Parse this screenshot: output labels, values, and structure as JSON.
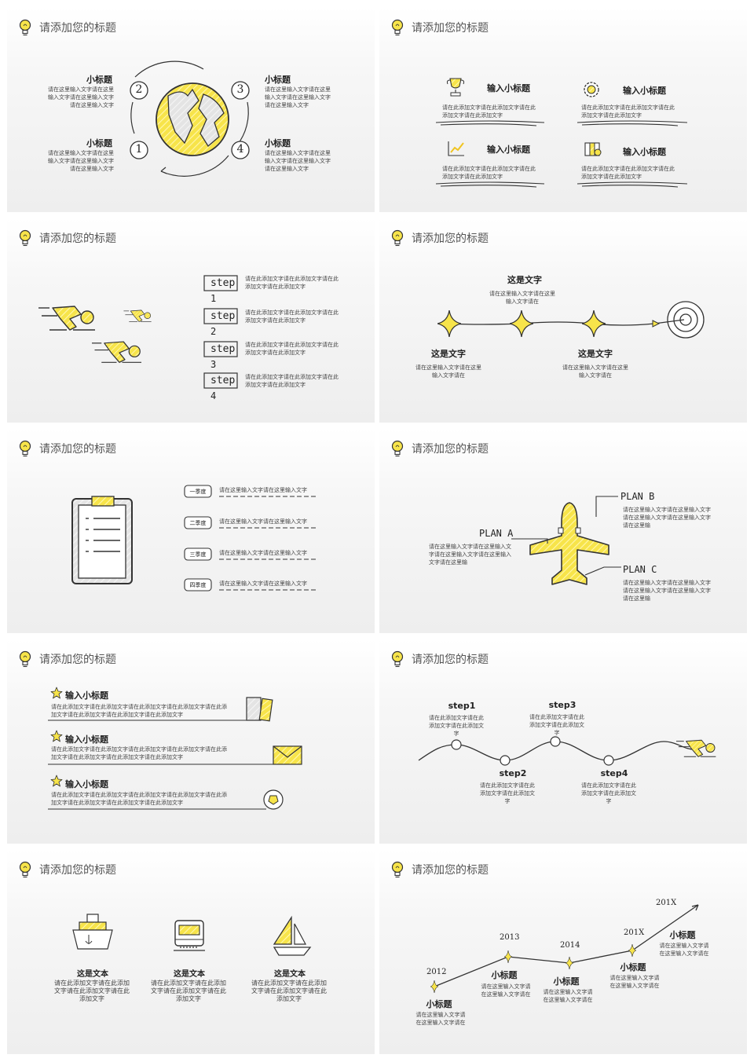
{
  "common": {
    "header_title": "请添加您的标题"
  },
  "s1": {
    "items": [
      {
        "num": "2",
        "title": "小标题",
        "text": "请在这里输入文字请在这里输入文字请在这里输入文字请在这里输入文字"
      },
      {
        "num": "3",
        "title": "小标题",
        "text": "请在这里输入文字请在这里输入文字请在这里输入文字请在这里输入文字"
      },
      {
        "num": "1",
        "title": "小标题",
        "text": "请在这里输入文字请在这里输入文字请在这里输入文字请在这里输入文字"
      },
      {
        "num": "4",
        "title": "小标题",
        "text": "请在这里输入文字请在这里输入文字请在这里输入文字请在这里输入文字"
      }
    ]
  },
  "s2": {
    "items": [
      {
        "icon": "trophy-icon",
        "title": "输入小标题",
        "text": "请在此添加文字请在此添加文字请在此添加文字请在此添加文字"
      },
      {
        "icon": "gear-icon",
        "title": "输入小标题",
        "text": "请在此添加文字请在此添加文字请在此添加文字请在此添加文字"
      },
      {
        "icon": "chart-icon",
        "title": "输入小标题",
        "text": "请在此添加文字请在此添加文字请在此添加文字请在此添加文字"
      },
      {
        "icon": "map-icon",
        "title": "输入小标题",
        "text": "请在此添加文字请在此添加文字请在此添加文字请在此添加文字"
      }
    ]
  },
  "s3": {
    "steps": [
      {
        "label": "step",
        "num": "1",
        "text": "请在此添加文字请在此添加文字请在此添加文字请在此添加文字"
      },
      {
        "label": "step",
        "num": "2",
        "text": "请在此添加文字请在此添加文字请在此添加文字请在此添加文字"
      },
      {
        "label": "step",
        "num": "3",
        "text": "请在此添加文字请在此添加文字请在此添加文字请在此添加文字"
      },
      {
        "label": "step",
        "num": "4",
        "text": "请在此添加文字请在此添加文字请在此添加文字请在此添加文字"
      }
    ]
  },
  "s4": {
    "items": [
      {
        "title": "这是文字",
        "text": "请在这里输入文字请在这里输入文字请在"
      },
      {
        "title": "这是文字",
        "text": "请在这里输入文字请在这里输入文字请在"
      },
      {
        "title": "这是文字",
        "text": "请在这里输入文字请在这里输入文字请在"
      }
    ]
  },
  "s5": {
    "items": [
      {
        "tag": "一季度",
        "text": "请在这里输入文字请在这里输入文字"
      },
      {
        "tag": "二季度",
        "text": "请在这里输入文字请在这里输入文字"
      },
      {
        "tag": "三季度",
        "text": "请在这里输入文字请在这里输入文字"
      },
      {
        "tag": "四季度",
        "text": "请在这里输入文字请在这里输入文字"
      }
    ]
  },
  "s6": {
    "plans": [
      {
        "title": "PLAN B",
        "text": "请在这里输入文字请在这里输入文字请在这里输入文字请在这里输入文字请在这里输"
      },
      {
        "title": "PLAN A",
        "text": "请在这里输入文字请在这里输入文字请在这里输入文字请在这里输入文字请在这里输"
      },
      {
        "title": "PLAN C",
        "text": "请在这里输入文字请在这里输入文字请在这里输入文字请在这里输入文字请在这里输"
      }
    ]
  },
  "s7": {
    "items": [
      {
        "icon": "books-icon",
        "title": "输入小标题",
        "text": "请在此添加文字请在此添加文字请在此添加文字请在此添加文字请在此添加文字请在此添加文字请在此添加文字请在此添加文字"
      },
      {
        "icon": "envelope-icon",
        "title": "输入小标题",
        "text": "请在此添加文字请在此添加文字请在此添加文字请在此添加文字请在此添加文字请在此添加文字请在此添加文字请在此添加文字"
      },
      {
        "icon": "ball-icon",
        "title": "输入小标题",
        "text": "请在此添加文字请在此添加文字请在此添加文字请在此添加文字请在此添加文字请在此添加文字请在此添加文字请在此添加文字"
      }
    ]
  },
  "s8": {
    "steps": [
      {
        "label": "step1",
        "text": "请在此添加文字请在此添加文字请在此添加文字"
      },
      {
        "label": "step2",
        "text": "请在此添加文字请在此添加文字请在此添加文字"
      },
      {
        "label": "step3",
        "text": "请在此添加文字请在此添加文字请在此添加文字"
      },
      {
        "label": "step4",
        "text": "请在此添加文字请在此添加文字请在此添加文字"
      }
    ]
  },
  "s9": {
    "items": [
      {
        "icon": "ship-icon",
        "title": "这是文本",
        "text": "请在此添加文字请在此添加文字请在此添加文字请在此添加文字"
      },
      {
        "icon": "train-icon",
        "title": "这是文本",
        "text": "请在此添加文字请在此添加文字请在此添加文字请在此添加文字"
      },
      {
        "icon": "sailboat-icon",
        "title": "这是文本",
        "text": "请在此添加文字请在此添加文字请在此添加文字请在此添加文字"
      }
    ]
  },
  "s10": {
    "points": [
      {
        "year": "2012",
        "title": "小标题",
        "text": "请在这里输入文字请在这里输入文字请在"
      },
      {
        "year": "2013",
        "title": "小标题",
        "text": "请在这里输入文字请在这里输入文字请在"
      },
      {
        "year": "2014",
        "title": "小标题",
        "text": "请在这里输入文字请在这里输入文字请在"
      },
      {
        "year": "201X",
        "title": "小标题",
        "text": "请在这里输入文字请在这里输入文字请在"
      },
      {
        "year": "201X",
        "title": "小标题",
        "text": "请在这里输入文字请在这里输入文字请在"
      }
    ]
  },
  "colors": {
    "accent": "#f7e44a",
    "line": "#333333",
    "text": "#444444"
  }
}
